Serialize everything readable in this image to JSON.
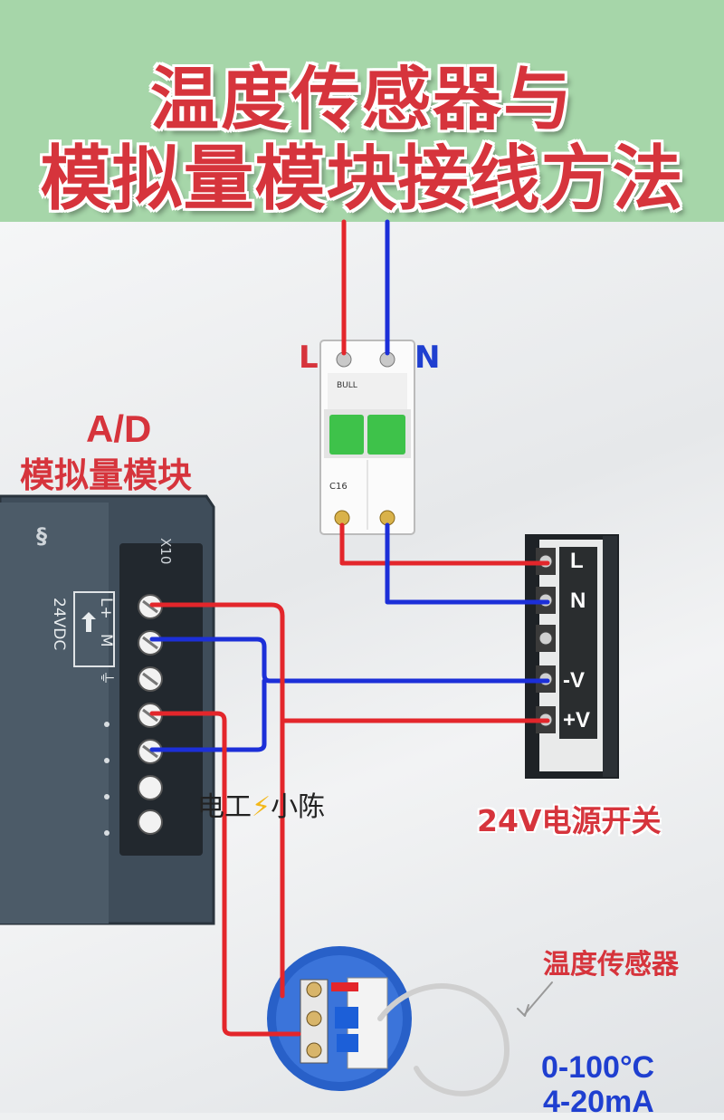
{
  "title": {
    "line1": "温度传感器与",
    "line2": "模拟量模块接线方法"
  },
  "module": {
    "ad_label": "A/D",
    "name_label": "模拟量模块",
    "slot_label": "X10",
    "terminal_labels": [
      "L+",
      "M",
      "⏚"
    ],
    "supply_label": "24VDC"
  },
  "breaker": {
    "line_label": "L",
    "neutral_label": "N",
    "brand": "BULL",
    "model": "C16"
  },
  "power_supply": {
    "label": "24V电源开关",
    "terminals": [
      "L",
      "N",
      "-V",
      "+V"
    ]
  },
  "sensor": {
    "label": "温度传感器",
    "range_temp": "0-100°C",
    "range_current": "4-20mA"
  },
  "watermark": {
    "text_before": "电工",
    "bolt": "⚡",
    "text_after": "小陈"
  },
  "colors": {
    "banner": "#a6d6a9",
    "title": "#d6343c",
    "wire_live": "#e3262b",
    "wire_neutral": "#1c2fd8",
    "breaker_green": "#3ec24a"
  }
}
